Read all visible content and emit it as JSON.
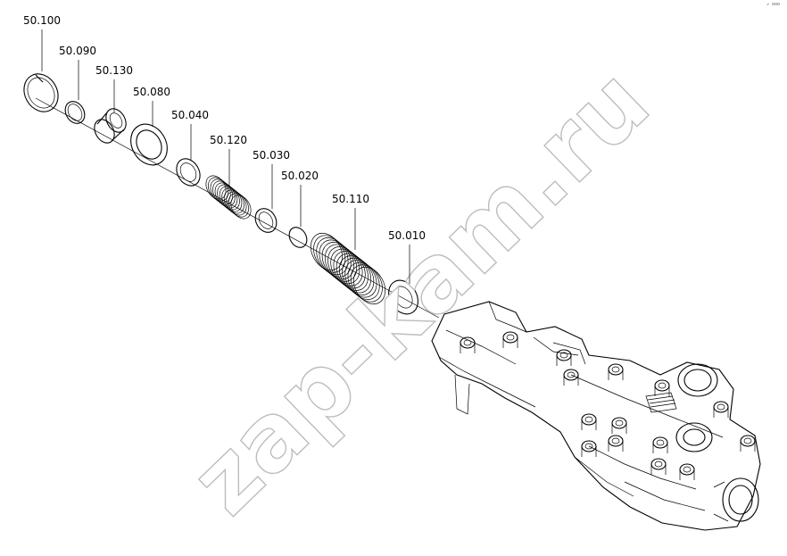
{
  "corner_mark": "↗ ooo",
  "watermark": "zap-kam.ru",
  "parts": [
    {
      "id": "p1",
      "label": "50.100"
    },
    {
      "id": "p2",
      "label": "50.090"
    },
    {
      "id": "p3",
      "label": "50.130"
    },
    {
      "id": "p4",
      "label": "50.080"
    },
    {
      "id": "p5",
      "label": "50.040"
    },
    {
      "id": "p6",
      "label": "50.120"
    },
    {
      "id": "p7",
      "label": "50.030"
    },
    {
      "id": "p8",
      "label": "50.020"
    },
    {
      "id": "p9",
      "label": "50.110"
    },
    {
      "id": "p10",
      "label": "50.010"
    }
  ]
}
